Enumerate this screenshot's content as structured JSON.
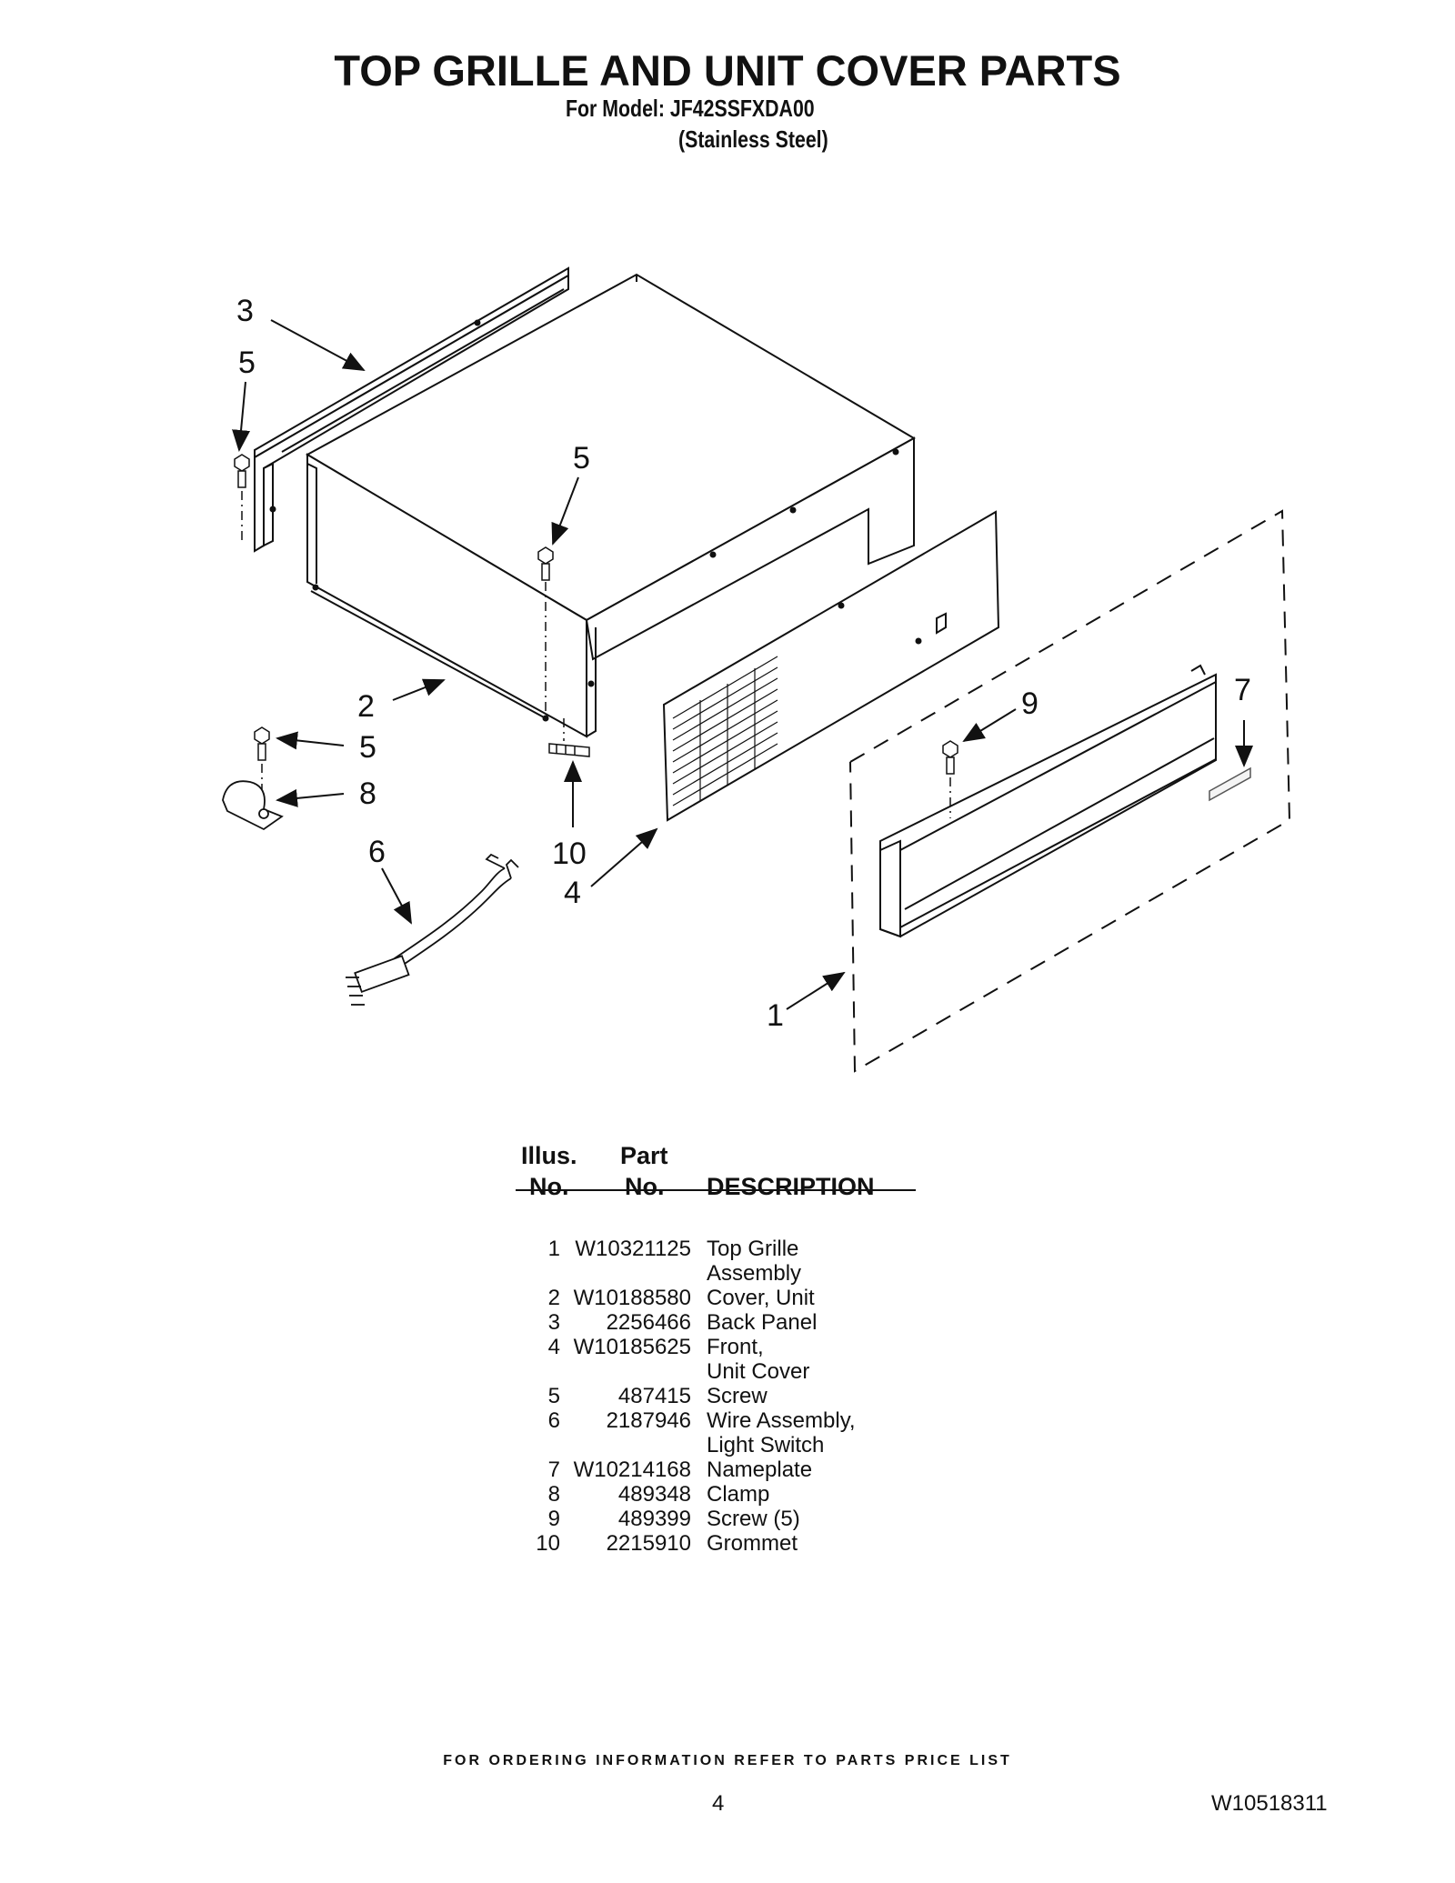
{
  "header": {
    "title": "TOP GRILLE AND UNIT COVER PARTS",
    "model_line": "For Model: JF42SSFXDA00",
    "finish_line": "(Stainless Steel)"
  },
  "diagram": {
    "callouts": [
      "3",
      "5",
      "5",
      "2",
      "5",
      "8",
      "6",
      "10",
      "4",
      "9",
      "7",
      "1"
    ]
  },
  "parts_table": {
    "headers": {
      "illus_1": "Illus.",
      "illus_2": "No.",
      "part_1": "Part",
      "part_2": "No.",
      "description": "DESCRIPTION"
    },
    "rows": [
      {
        "illus": "1",
        "part": "W10321125",
        "desc": [
          "Top Grille",
          "Assembly"
        ]
      },
      {
        "illus": "2",
        "part": "W10188580",
        "desc": [
          "Cover, Unit"
        ]
      },
      {
        "illus": "3",
        "part": "2256466",
        "desc": [
          "Back Panel"
        ]
      },
      {
        "illus": "4",
        "part": "W10185625",
        "desc": [
          "Front,",
          "Unit Cover"
        ]
      },
      {
        "illus": "5",
        "part": "487415",
        "desc": [
          "Screw"
        ]
      },
      {
        "illus": "6",
        "part": "2187946",
        "desc": [
          "Wire Assembly,",
          "Light Switch"
        ]
      },
      {
        "illus": "7",
        "part": "W10214168",
        "desc": [
          "Nameplate"
        ]
      },
      {
        "illus": "8",
        "part": "489348",
        "desc": [
          "Clamp"
        ]
      },
      {
        "illus": "9",
        "part": "489399",
        "desc": [
          "Screw (5)"
        ]
      },
      {
        "illus": "10",
        "part": "2215910",
        "desc": [
          "Grommet"
        ]
      }
    ]
  },
  "footer": {
    "ordering_note": "FOR ORDERING INFORMATION REFER TO PARTS PRICE LIST",
    "page_number": "4",
    "document_number": "W10518311"
  }
}
